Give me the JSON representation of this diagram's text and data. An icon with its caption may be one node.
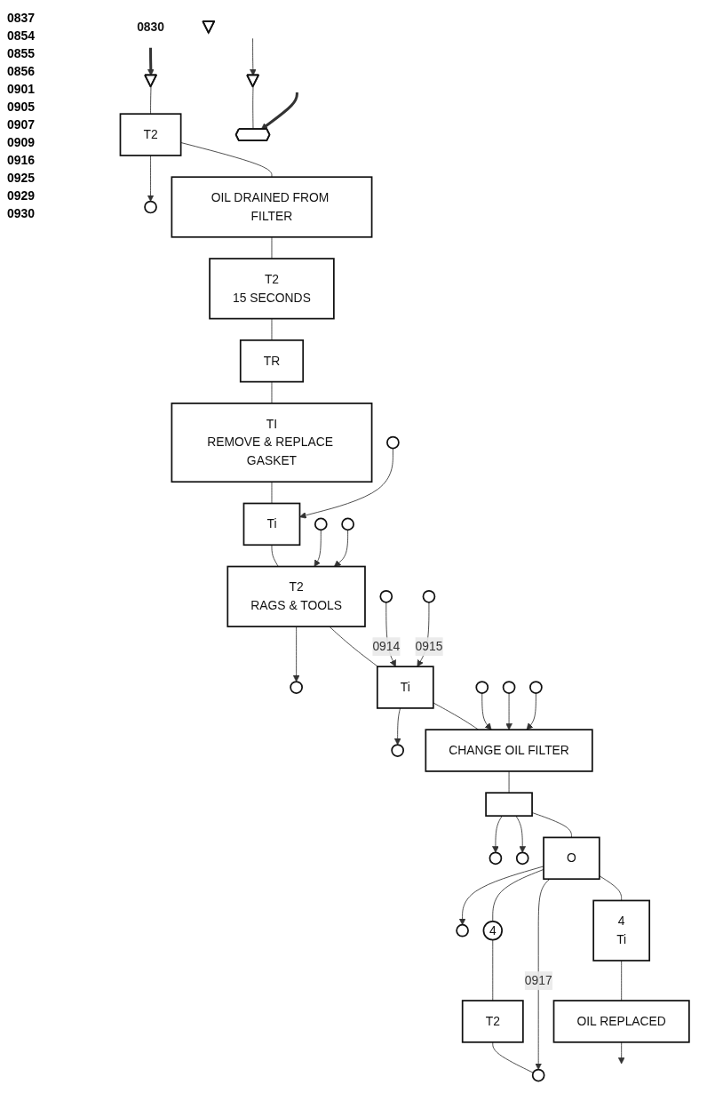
{
  "diagram": {
    "nodes": [
      {
        "text": [
          "0830"
        ]
      },
      {
        "text": [],
        "shape": "triangle"
      },
      {
        "text": [],
        "shape": "triangle"
      },
      {
        "text": [],
        "shape": "circle"
      },
      {
        "text": [
          "T2"
        ]
      },
      {
        "text": [
          "OIL DRAINED FROM FILTER"
        ]
      },
      {
        "text": [
          "T2",
          "15 SECONDS"
        ]
      },
      {
        "text": [
          "TR"
        ]
      },
      {
        "text": [
          "TI",
          "REMOVE & REPLACE GASKET"
        ]
      },
      {
        "text": [],
        "shape": "circle"
      },
      {
        "text": [
          "Ti"
        ]
      },
      {
        "text": [],
        "shape": "circle"
      },
      {
        "text": [],
        "shape": "circle"
      },
      {
        "text": [],
        "shape": "circle"
      },
      {
        "text": [
          "T2",
          "RAGS & TOOLS"
        ]
      },
      {
        "text": [],
        "shape": "circle"
      },
      {
        "text": [
          "Ti"
        ]
      },
      {
        "text": [],
        "shape": "circle"
      },
      {
        "text": [],
        "shape": "circle"
      },
      {
        "text": [],
        "shape": "circle"
      },
      {
        "text": [],
        "shape": "circle"
      },
      {
        "text": [],
        "shape": "circle"
      },
      {
        "text": [
          "CHANGE OIL FILTER"
        ]
      },
      {
        "text": [],
        "shape": "circle"
      },
      {
        "text": [],
        "shape": "circle"
      },
      {
        "text": [],
        "shape": "box"
      },
      {
        "text": [],
        "shape": "circle"
      },
      {
        "text": [
          "4"
        ]
      },
      {
        "text": [
          "O"
        ]
      },
      {
        "text": [],
        "shape": "circle"
      },
      {
        "text": [
          "T2"
        ]
      },
      {
        "text": [
          "4",
          "Ti"
        ]
      },
      {
        "text": [
          "OIL REPLACED"
        ]
      },
      {
        "text": [],
        "shape": "triangle"
      },
      {
        "text": [],
        "shape": "hexagon"
      }
    ],
    "edges": [
      {
        "from": 0,
        "to": 1,
        "arrow": "to",
        "style": "thick"
      },
      {
        "from": 1,
        "to": 4,
        "arrow": "none"
      },
      {
        "from": 4,
        "to": 3,
        "arrow": "to"
      },
      {
        "from": 4,
        "to": 5,
        "arrow": "none"
      },
      {
        "from": 5,
        "to": 6,
        "arrow": "none"
      },
      {
        "from": 6,
        "to": 7,
        "arrow": "none"
      },
      {
        "from": 7,
        "to": 8,
        "arrow": "none"
      },
      {
        "from": 8,
        "to": 10,
        "arrow": "none"
      },
      {
        "from": 9,
        "to": 10,
        "arrow": "to"
      },
      {
        "from": 10,
        "to": 14,
        "arrow": "none"
      },
      {
        "from": 11,
        "to": 14,
        "arrow": "to"
      },
      {
        "from": 14,
        "to": 12,
        "arrow": "to"
      },
      {
        "from": 13,
        "to": 14,
        "arrow": "to"
      },
      {
        "from": 14,
        "to": 16,
        "arrow": "none"
      },
      {
        "from": 16,
        "to": 15,
        "arrow": "to"
      },
      {
        "from": 17,
        "to": 16,
        "arrow": "to",
        "label": "0914"
      },
      {
        "from": 18,
        "to": 16,
        "arrow": "to",
        "label": "0915"
      },
      {
        "from": 16,
        "to": 22,
        "arrow": "none"
      },
      {
        "from": 19,
        "to": 22,
        "arrow": "to"
      },
      {
        "from": 20,
        "to": 22,
        "arrow": "to"
      },
      {
        "from": 21,
        "to": 22,
        "arrow": "to"
      },
      {
        "from": 22,
        "to": 25,
        "arrow": "none"
      },
      {
        "from": 25,
        "to": 23,
        "arrow": "to"
      },
      {
        "from": 25,
        "to": 24,
        "arrow": "to"
      },
      {
        "from": 25,
        "to": 28,
        "arrow": "none"
      },
      {
        "from": 28,
        "to": 26,
        "arrow": "to"
      },
      {
        "from": 28,
        "to": 27,
        "arrow": "none"
      },
      {
        "from": 27,
        "to": 30,
        "arrow": "none"
      },
      {
        "from": 30,
        "to": 29,
        "arrow": "none"
      },
      {
        "from": 28,
        "to": 29,
        "arrow": "to",
        "label": "0917"
      },
      {
        "from": 28,
        "to": 31,
        "arrow": "none"
      },
      {
        "from": 31,
        "to": 32,
        "arrow": "none"
      },
      {
        "from": 32,
        "to": null,
        "arrow": "to"
      },
      {
        "from": null,
        "to": 33,
        "arrow": "to"
      },
      {
        "from": 33,
        "to": 34,
        "arrow": "none"
      },
      {
        "from": null,
        "to": 34,
        "arrow": "to",
        "style": "thick"
      }
    ],
    "labels": [
      "0837",
      "0854",
      "0855",
      "0856",
      "0901",
      "0905",
      "0907",
      "0909",
      "0916",
      "0925",
      "0929",
      "0930"
    ]
  }
}
